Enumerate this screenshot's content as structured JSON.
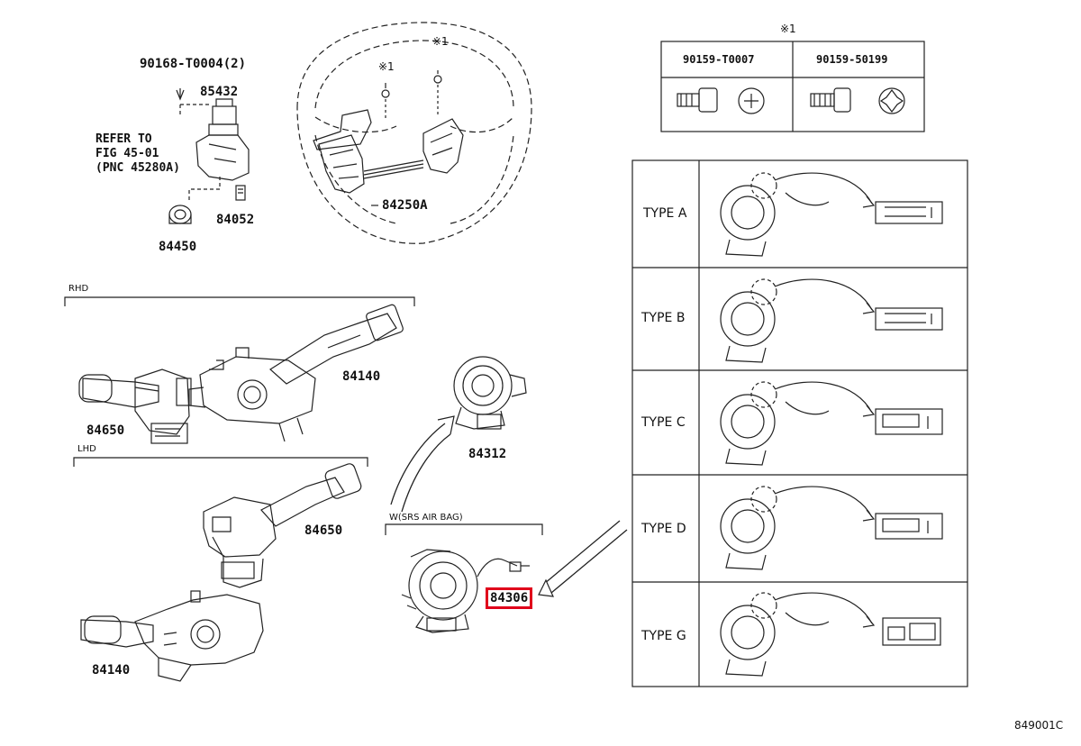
{
  "diagram": {
    "figure_code": "849001C",
    "parts": {
      "bolt_ref": "90168-T0004(2)",
      "p85432": "85432",
      "p84052": "84052",
      "p84450": "84450",
      "p84250A": "84250A",
      "p84140_rhd": "84140",
      "p84650_rhd": "84650",
      "p84312": "84312",
      "p84650_lhd": "84650",
      "p84140_lhd": "84140",
      "p84306": "84306"
    },
    "refer": {
      "line1": "REFER TO",
      "line2": "FIG 45-01",
      "line3": "(PNC 45280A)"
    },
    "marks": {
      "note_mark_1": "※1",
      "note_mark_2": "※1",
      "table_mark": "※1"
    },
    "sections": {
      "rhd": "RHD",
      "lhd": "LHD",
      "srs": "W(SRS AIR BAG)"
    },
    "screw_table": {
      "col1": "90159-T0007",
      "col2": "90159-50199"
    },
    "types": [
      "TYPE A",
      "TYPE B",
      "TYPE C",
      "TYPE D",
      "TYPE G"
    ],
    "highlighted_part": "84306"
  }
}
